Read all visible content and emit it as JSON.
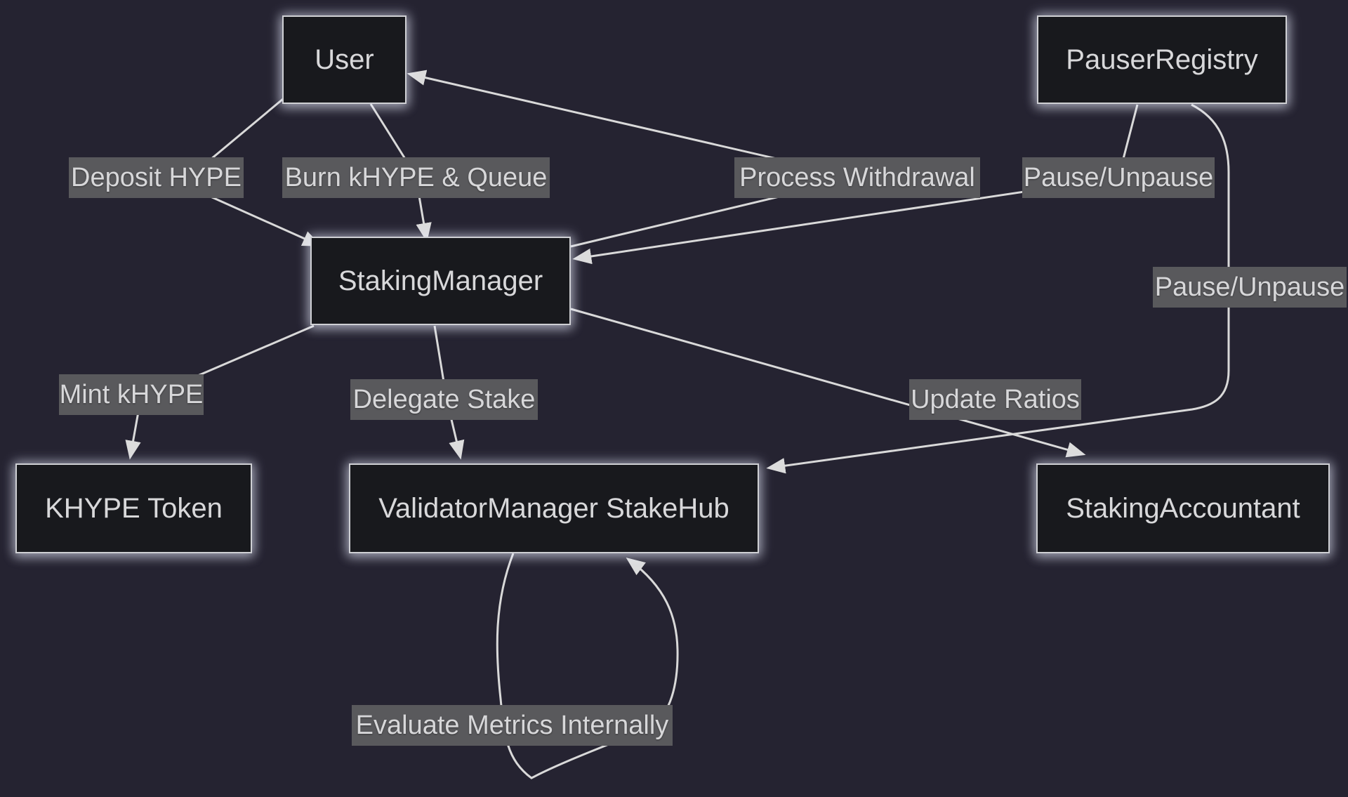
{
  "diagram": {
    "background_color": "#252331",
    "line_color": "#d9d9d9",
    "node_style": {
      "fill": "#18191d",
      "border": "#cfd0d4",
      "text_color": "#d8d8da"
    },
    "edge_label_style": {
      "bg": "#59595c",
      "text_color": "#d7d7d9"
    },
    "nodes": [
      {
        "id": "user",
        "label": "User"
      },
      {
        "id": "pauser-registry",
        "label": "PauserRegistry"
      },
      {
        "id": "staking-manager",
        "label": "StakingManager"
      },
      {
        "id": "khype-token",
        "label": "KHYPE Token"
      },
      {
        "id": "validator-manager-stakehub",
        "label": "ValidatorManager StakeHub"
      },
      {
        "id": "staking-accountant",
        "label": "StakingAccountant"
      }
    ],
    "edges": [
      {
        "from": "User",
        "to": "StakingManager",
        "label": "Deposit HYPE"
      },
      {
        "from": "User",
        "to": "StakingManager",
        "label": "Burn kHYPE & Queue"
      },
      {
        "from": "StakingManager",
        "to": "User",
        "label": "Process Withdrawal"
      },
      {
        "from": "PauserRegistry",
        "to": "StakingManager",
        "label": "Pause/Unpause"
      },
      {
        "from": "PauserRegistry",
        "to": "ValidatorManager StakeHub",
        "label": "Pause/Unpause"
      },
      {
        "from": "StakingManager",
        "to": "KHYPE Token",
        "label": "Mint kHYPE"
      },
      {
        "from": "StakingManager",
        "to": "ValidatorManager StakeHub",
        "label": "Delegate Stake"
      },
      {
        "from": "StakingManager",
        "to": "StakingAccountant",
        "label": "Update Ratios"
      },
      {
        "from": "ValidatorManager StakeHub",
        "to": "ValidatorManager StakeHub",
        "label": "Evaluate Metrics Internally"
      }
    ]
  }
}
